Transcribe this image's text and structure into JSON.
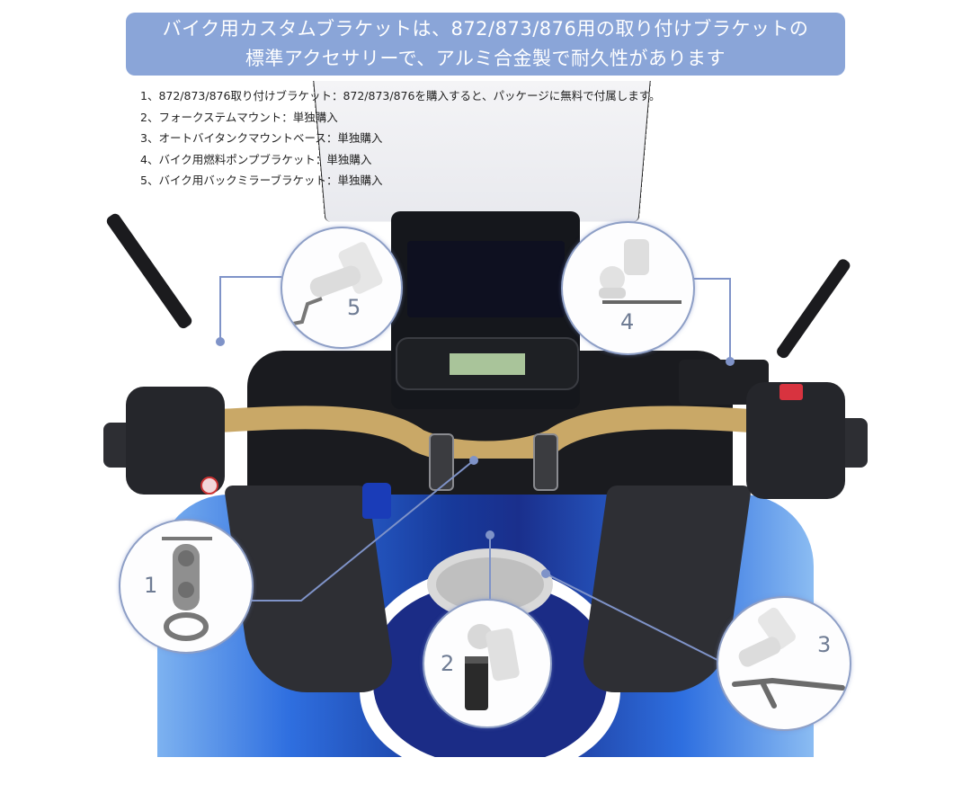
{
  "banner": {
    "line1": "バイク用カスタムブラケットは、872/873/876用の取り付けブラケットの",
    "line2": "標準アクセサリーで、アルミ合金製で耐久性があります",
    "color": "#8aa5d8"
  },
  "notes": [
    "1、872/873/876取り付けブラケット：872/873/876を購入すると、パッケージに無料で付属します。",
    "2、フォークステムマウント：単独購入",
    "3、オートバイタンクマウントベース：単独購入",
    "4、バイク用燃料ポンプブラケット：単独購入",
    "5、バイク用バックミラーブラケット：単独購入"
  ],
  "callouts": [
    {
      "number": "1",
      "item": "handlebar-clamp-bracket"
    },
    {
      "number": "2",
      "item": "fork-stem-mount"
    },
    {
      "number": "3",
      "item": "tank-mount-base"
    },
    {
      "number": "4",
      "item": "fuel-pump-bracket"
    },
    {
      "number": "5",
      "item": "mirror-bracket"
    }
  ],
  "colors": {
    "leader_line": "#7f93c8",
    "circle_border": "#8e9fc6",
    "handlebar": "#c9a867",
    "tank_blue": "#1f47c4"
  }
}
